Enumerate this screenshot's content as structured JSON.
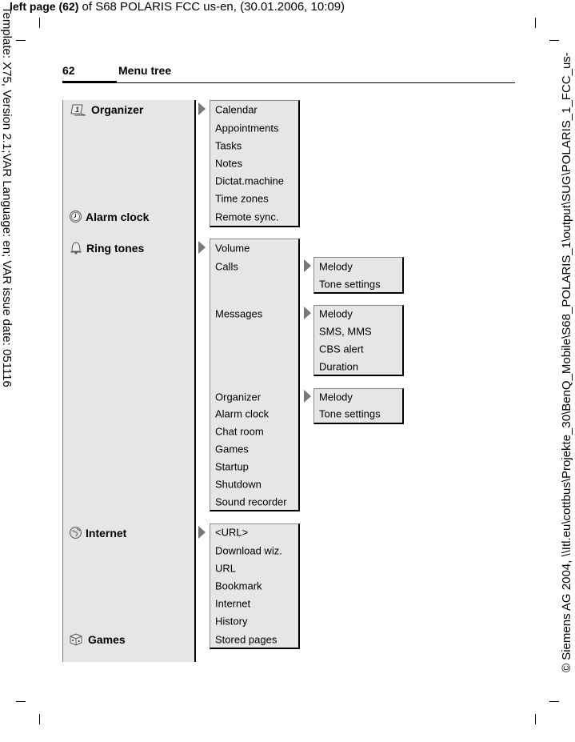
{
  "header": {
    "bold": "left page (62)",
    "rest": " of S68 POLARIS FCC us-en,  (30.01.2006, 10:09)"
  },
  "side_left": "Template: X75, Version 2.1;VAR Language: en; VAR issue date: 051116",
  "side_right": "© Siemens AG 2004, \\\\Itl.eu\\cottbus\\Projekte_30\\BenQ_Mobile\\S68_POLARIS_1\\output\\SUG\\POLARIS_1_FCC_us-",
  "page_number": "62",
  "page_title": "Menu tree",
  "main_menu": [
    {
      "label": "Organizer",
      "icon": "calendar-icon"
    },
    {
      "label": "Alarm clock",
      "icon": "alarm-clock-icon"
    },
    {
      "label": "Ring tones",
      "icon": "ring-tones-icon"
    },
    {
      "label": "Internet",
      "icon": "globe-icon"
    },
    {
      "label": "Games",
      "icon": "dice-icon"
    }
  ],
  "organizer_items": [
    "Calendar",
    "Appointments",
    "Tasks",
    "Notes",
    "Dictat.machine",
    "Time zones",
    "Remote sync."
  ],
  "ringtones_items": [
    "Volume",
    "Calls",
    "Messages",
    "Organizer",
    "Alarm clock",
    "Chat room",
    "Games",
    "Startup",
    "Shutdown",
    "Sound recorder"
  ],
  "calls_sub": [
    "Melody",
    "Tone settings"
  ],
  "messages_sub": [
    "Melody",
    "SMS, MMS",
    "CBS alert",
    "Duration"
  ],
  "organizer_sub": [
    "Melody",
    "Tone settings"
  ],
  "internet_items": [
    "<URL>",
    "Download wiz.",
    "URL",
    "Bookmark",
    "Internet",
    "History",
    "Stored pages"
  ]
}
